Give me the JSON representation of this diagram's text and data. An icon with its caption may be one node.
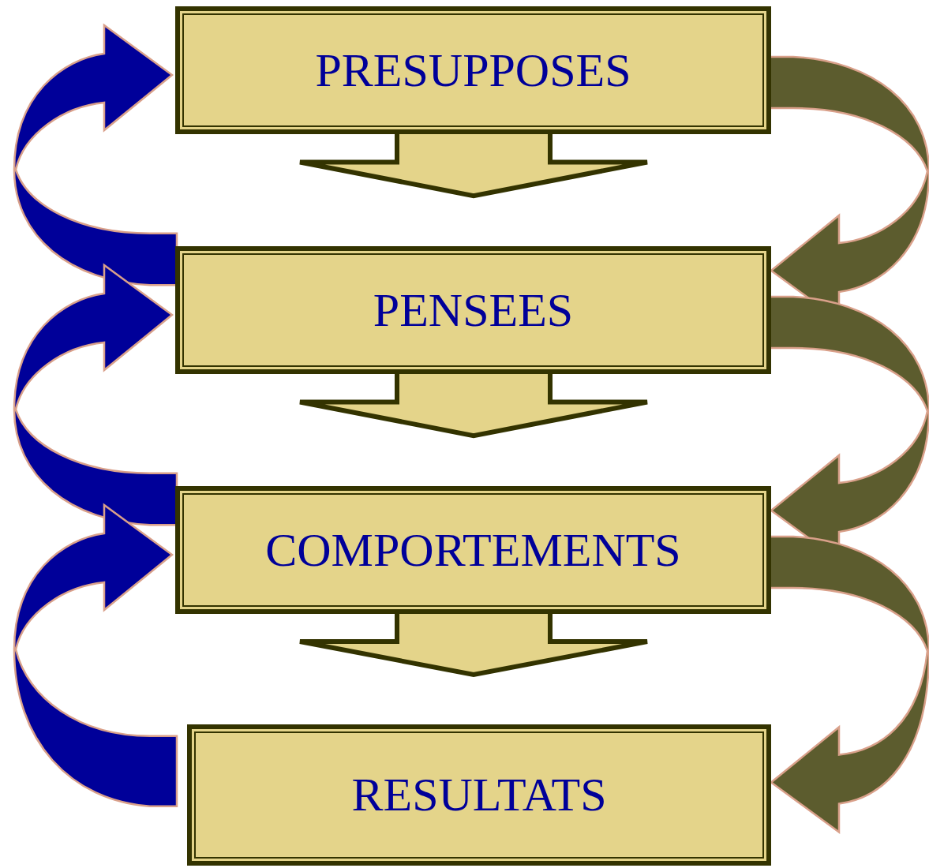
{
  "diagram": {
    "nodes": [
      {
        "text": [
          "PRESUPPOSES"
        ]
      },
      {
        "text": [
          "PENSEES"
        ]
      },
      {
        "text": [
          "COMPORTEMENTS"
        ]
      },
      {
        "text": [
          "RESULTATS"
        ]
      }
    ],
    "edges": [
      {
        "from": 0,
        "to": 1,
        "arrow": "to",
        "style": "thick",
        "color": "#e4d48a"
      },
      {
        "from": 1,
        "to": 2,
        "arrow": "to",
        "style": "thick",
        "color": "#e4d48a"
      },
      {
        "from": 2,
        "to": 3,
        "arrow": "to",
        "style": "thick",
        "color": "#e4d48a"
      },
      {
        "from": 1,
        "to": 0,
        "arrow": "to",
        "style": "thick",
        "color": "#000099"
      },
      {
        "from": 2,
        "to": 1,
        "arrow": "to",
        "style": "thick",
        "color": "#000099"
      },
      {
        "from": 3,
        "to": 2,
        "arrow": "to",
        "style": "thick",
        "color": "#000099"
      },
      {
        "from": 0,
        "to": 1,
        "arrow": "to",
        "style": "thick",
        "color": "#5c5c2e"
      },
      {
        "from": 1,
        "to": 2,
        "arrow": "to",
        "style": "thick",
        "color": "#5c5c2e"
      },
      {
        "from": 2,
        "to": 3,
        "arrow": "to",
        "style": "thick",
        "color": "#5c5c2e"
      }
    ]
  }
}
